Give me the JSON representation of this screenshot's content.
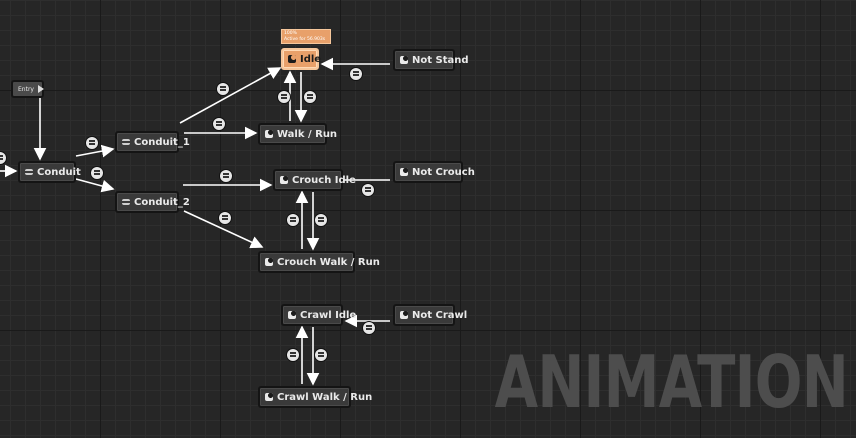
{
  "graph": {
    "watermark": "ANIMATION",
    "tooltip": {
      "line1": "100%",
      "line2": "Active for 56.903s"
    },
    "nodes": {
      "entry": "Entry",
      "conduit": "Conduit",
      "conduit_1": "Conduit_1",
      "conduit_2": "Conduit_2",
      "idle": "Idle",
      "not_stand": "Not Stand",
      "walk_run": "Walk / Run",
      "crouch_idle": "Crouch Idle",
      "not_crouch": "Not  Crouch",
      "crouch_walk_run": "Crouch Walk / Run",
      "crawl_idle": "Crawl Idle",
      "not_crawl": "Not  Crawl",
      "crawl_walk_run": "Crawl Walk / Run"
    },
    "colors": {
      "active_state": "#e8a06a",
      "background": "#262626",
      "node": "#3a3a3a"
    }
  }
}
